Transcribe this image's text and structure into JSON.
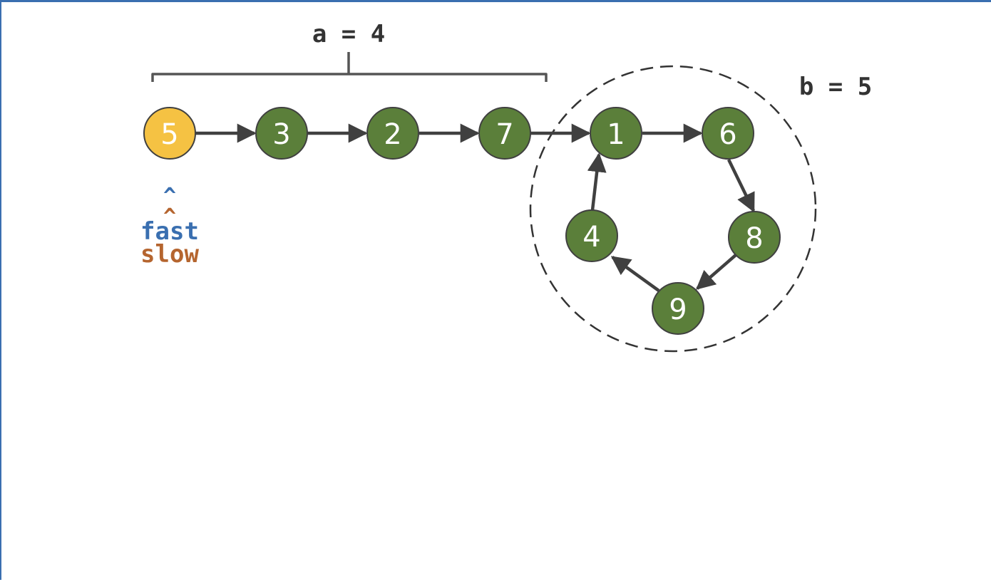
{
  "labels": {
    "a_label": "a = 4",
    "b_label": "b = 5",
    "fast_caret": "^",
    "slow_caret": "^",
    "fast_label": "fast",
    "slow_label": "slow"
  },
  "nodes": [
    {
      "id": "n5a",
      "value": "5",
      "state": "current"
    },
    {
      "id": "n3",
      "value": "3",
      "state": "normal"
    },
    {
      "id": "n2",
      "value": "2",
      "state": "normal"
    },
    {
      "id": "n7",
      "value": "7",
      "state": "normal"
    },
    {
      "id": "n1",
      "value": "1",
      "state": "normal"
    },
    {
      "id": "n6",
      "value": "6",
      "state": "normal"
    },
    {
      "id": "n8",
      "value": "8",
      "state": "normal"
    },
    {
      "id": "n9",
      "value": "9",
      "state": "normal"
    },
    {
      "id": "n4",
      "value": "4",
      "state": "normal"
    }
  ],
  "colors": {
    "node_fill": "#5b7f3a",
    "node_current": "#f5c243",
    "edge": "#404040",
    "fast": "#3a6fb0",
    "slow": "#b5652f",
    "label": "#333333"
  }
}
